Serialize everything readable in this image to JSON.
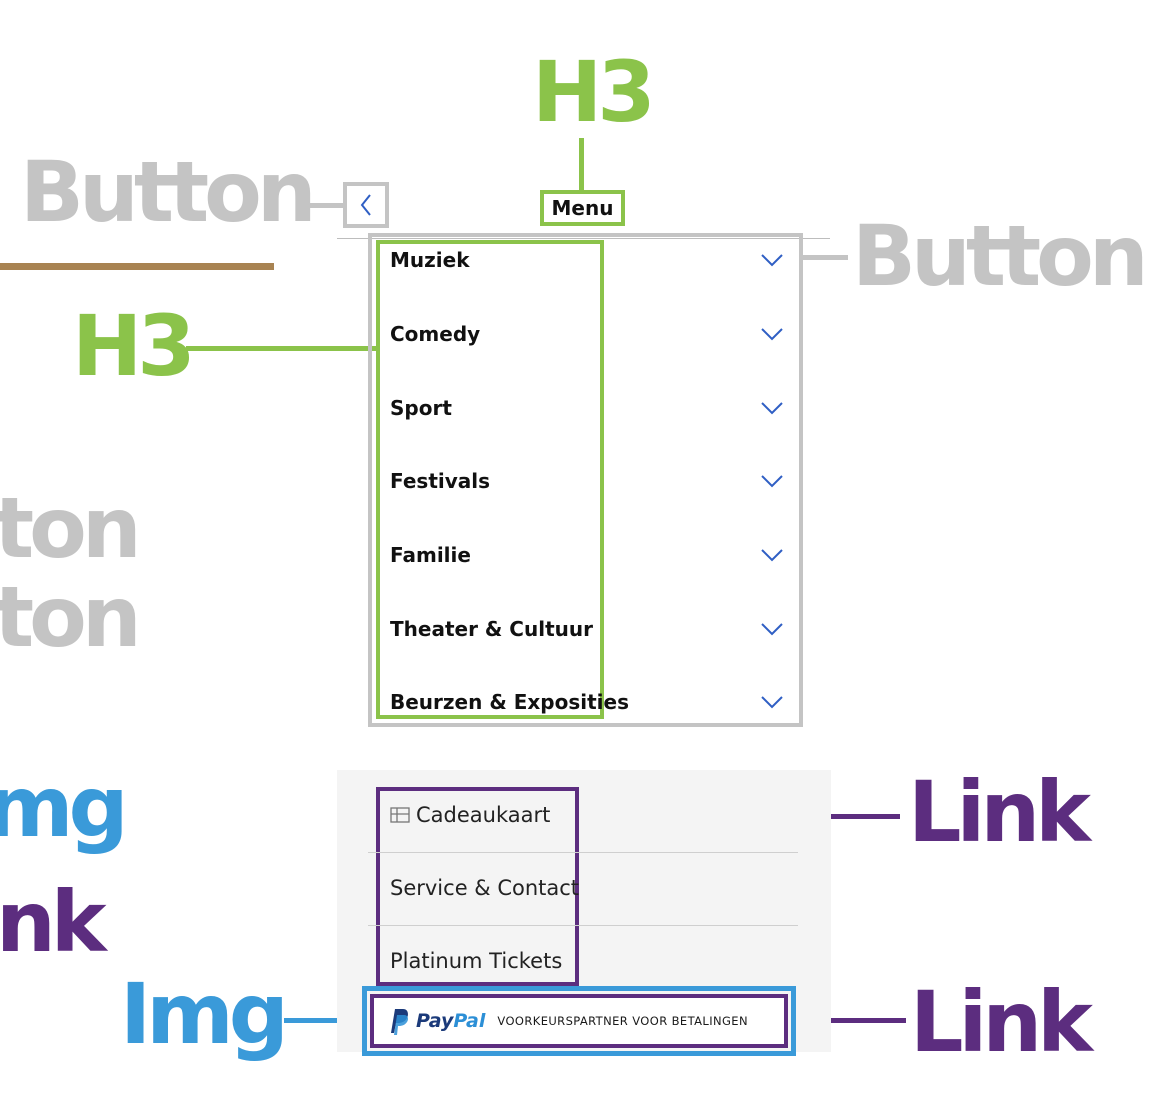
{
  "annotations": {
    "button_left": "Button",
    "button_right": "Button",
    "h3_top": "H3",
    "h3_left": "H3",
    "cut_button_1": "ton",
    "cut_button_2": "ton",
    "cut_img": "mg",
    "cut_link": "nk",
    "img_label": "Img",
    "link_top": "Link",
    "link_bottom": "Link"
  },
  "header": {
    "title": "Menu",
    "back_icon": "chevron-left-icon"
  },
  "categories": [
    {
      "label": "Muziek",
      "icon": "chevron-down-icon"
    },
    {
      "label": "Comedy",
      "icon": "chevron-down-icon"
    },
    {
      "label": "Sport",
      "icon": "chevron-down-icon"
    },
    {
      "label": "Festivals",
      "icon": "chevron-down-icon"
    },
    {
      "label": "Familie",
      "icon": "chevron-down-icon"
    },
    {
      "label": "Theater & Cultuur",
      "icon": "chevron-down-icon"
    },
    {
      "label": "Beurzen & Exposities",
      "icon": "chevron-down-icon"
    }
  ],
  "footer_links": [
    {
      "label": "Cadeaukaart",
      "icon": "gift-card-icon"
    },
    {
      "label": "Service & Contact"
    },
    {
      "label": "Platinum Tickets"
    }
  ],
  "paypal": {
    "brand_pay": "Pay",
    "brand_pal": "Pal",
    "tagline": "VOORKEURSPARTNER VOOR BETALINGEN",
    "icon": "paypal-logo-icon"
  },
  "colors": {
    "button_annot": "#c4c4c4",
    "h3_annot": "#8bc34a",
    "img_annot": "#3a9ad9",
    "link_annot": "#5c2d7f",
    "chevron": "#2f5fc4",
    "divider_brown": "#a88352",
    "paypal_dark": "#1b3a7a",
    "paypal_light": "#2c8fd6"
  }
}
